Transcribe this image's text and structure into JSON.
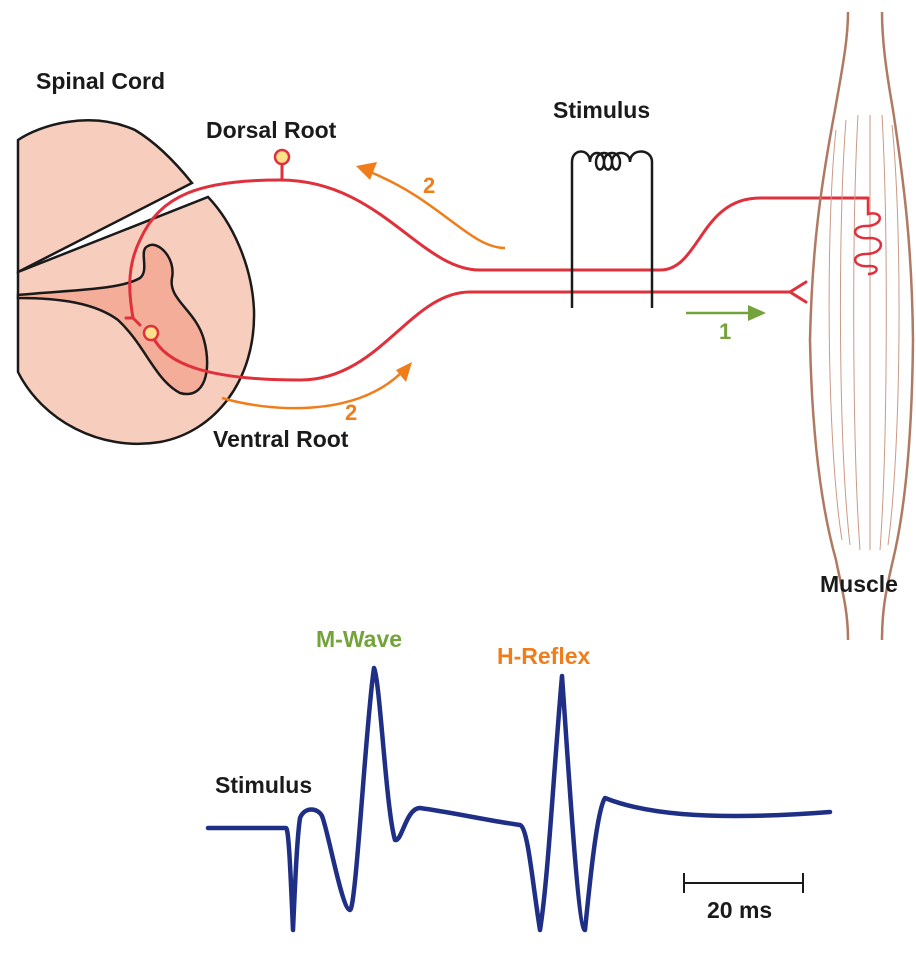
{
  "labels": {
    "spinal_cord": "Spinal Cord",
    "dorsal_root": "Dorsal Root",
    "ventral_root": "Ventral Root",
    "stimulus_top": "Stimulus",
    "muscle": "Muscle",
    "stimulus_trace": "Stimulus",
    "m_wave": "M-Wave",
    "h_reflex": "H-Reflex",
    "scale_bar": "20 ms"
  },
  "arrows": {
    "afferent_number": "2",
    "efferent_number": "2",
    "motor_number": "1"
  },
  "colors": {
    "nerve": "#e0303b",
    "arrow_orange": "#f07d1a",
    "arrow_green": "#73a33a",
    "trace": "#1f2f86",
    "cord_fill": "#f7cdbd",
    "cord_grey_matter": "#f3ad98",
    "muscle_outline": "#b07a62",
    "neuron_body": "#ffe08a",
    "m_wave_label": "#73a33a",
    "h_reflex_label": "#f07d1a"
  }
}
